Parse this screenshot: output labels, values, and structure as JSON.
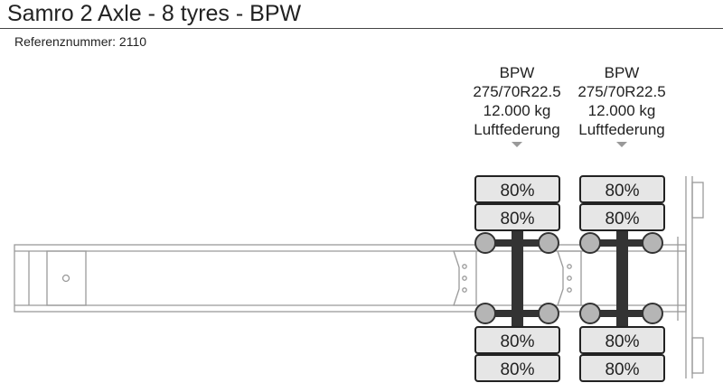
{
  "title": "Samro 2 Axle - 8 tyres - BPW",
  "reference": "Referenznummer: 2110",
  "axles": [
    {
      "brand": "BPW",
      "tyre_size": "275/70R22.5",
      "load": "12.000 kg",
      "suspension": "Luftfederung",
      "tyres": [
        "80%",
        "80%",
        "80%",
        "80%"
      ]
    },
    {
      "brand": "BPW",
      "tyre_size": "275/70R22.5",
      "load": "12.000 kg",
      "suspension": "Luftfederung",
      "tyres": [
        "80%",
        "80%",
        "80%",
        "80%"
      ]
    }
  ],
  "colors": {
    "tyre_fill": "#e6e6e6",
    "axle_bar": "#333333",
    "frame_line": "#9a9a9a",
    "hub_fill": "#b5b5b5"
  }
}
